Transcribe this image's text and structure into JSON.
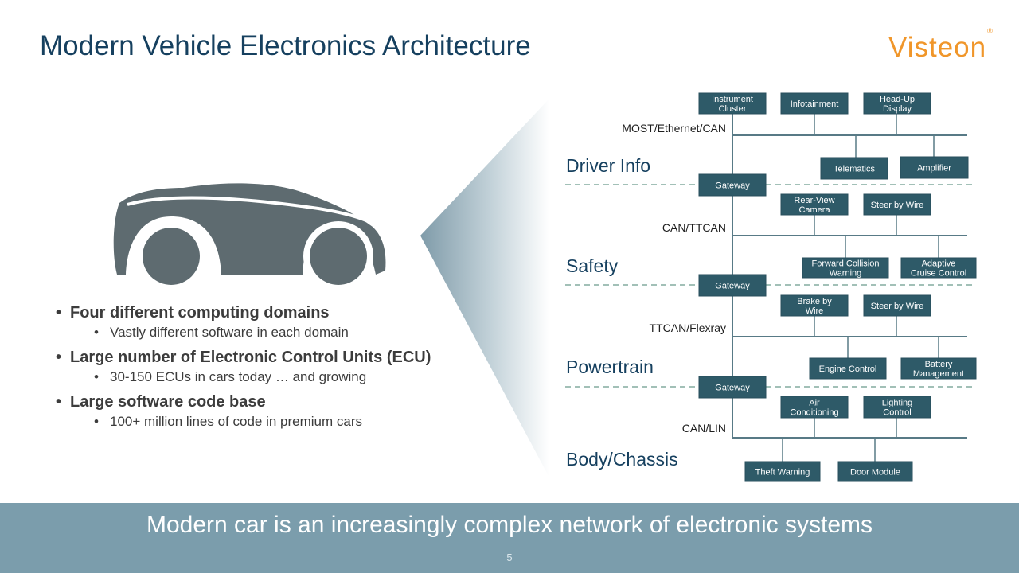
{
  "slide": {
    "title": "Modern Vehicle Electronics Architecture",
    "logo": "Visteon",
    "page_number": "5",
    "footer": "Modern car is an increasingly complex network of electronic systems"
  },
  "bullets": [
    {
      "main": "Four different computing domains",
      "sub": "Vastly different software in each domain"
    },
    {
      "main": "Large number of Electronic Control Units (ECU)",
      "sub": "30-150 ECUs in cars today … and growing"
    },
    {
      "main": "Large software code base",
      "sub": "100+ million lines of code in premium cars"
    }
  ],
  "diagram": {
    "domains": [
      "Driver Info",
      "Safety",
      "Powertrain",
      "Body/Chassis"
    ],
    "protocols": [
      "MOST/Ethernet/CAN",
      "CAN/TTCAN",
      "TTCAN/Flexray",
      "CAN/LIN"
    ],
    "gateway_label": "Gateway",
    "ecus": {
      "instrument_cluster": [
        "Instrument",
        "Cluster"
      ],
      "infotainment": [
        "Infotainment"
      ],
      "head_up_display": [
        "Head-Up",
        "Display"
      ],
      "telematics": [
        "Telematics"
      ],
      "amplifier": [
        "Amplifier"
      ],
      "rear_view_camera": [
        "Rear-View",
        "Camera"
      ],
      "steer_by_wire_safety": [
        "Steer by Wire"
      ],
      "forward_collision_warning": [
        "Forward Collision",
        "Warning"
      ],
      "adaptive_cruise_control": [
        "Adaptive",
        "Cruise Control"
      ],
      "brake_by_wire": [
        "Brake by",
        "Wire"
      ],
      "steer_by_wire_powertrain": [
        "Steer by Wire"
      ],
      "engine_control": [
        "Engine Control"
      ],
      "battery_management": [
        "Battery",
        "Management"
      ],
      "air_conditioning": [
        "Air",
        "Conditioning"
      ],
      "lighting_control": [
        "Lighting",
        "Control"
      ],
      "theft_warning": [
        "Theft Warning"
      ],
      "door_module": [
        "Door Module"
      ]
    },
    "colors": {
      "box": "#2e5a68",
      "bus": "#587a86",
      "divider": "#6a9a8c",
      "domain_text": "#16405f"
    }
  },
  "colors": {
    "title": "#16405f",
    "logo": "#f0962a",
    "footer_band": "#7b9dac",
    "car": "#5e6b70"
  }
}
